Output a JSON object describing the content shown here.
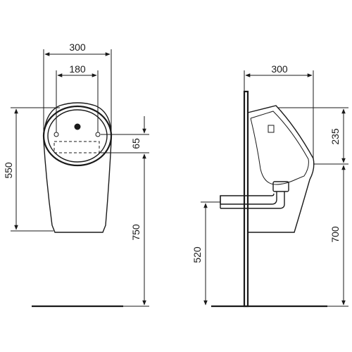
{
  "front_view": {
    "dim_overall_width": "300",
    "dim_fixing_width": "180",
    "dim_total_height": "550",
    "dim_fixing_offset": "65",
    "dim_mounting_height": "750"
  },
  "side_view": {
    "dim_overall_depth": "300",
    "dim_top_to_fixing": "235",
    "dim_outlet_height": "520",
    "dim_fixing_height": "700"
  }
}
